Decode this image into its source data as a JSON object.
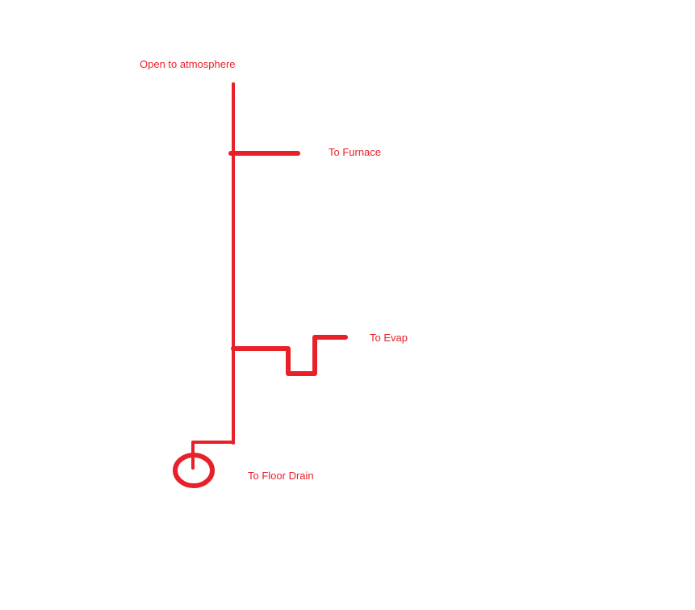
{
  "diagram": {
    "labels": {
      "vent": "Open to atmosphere",
      "furnace": "To Furnace",
      "evap": "To Evap",
      "floor_drain": "To Floor Drain"
    },
    "colors": {
      "line": "#e8202a",
      "text": "#e8202a",
      "background": "#ffffff"
    }
  }
}
